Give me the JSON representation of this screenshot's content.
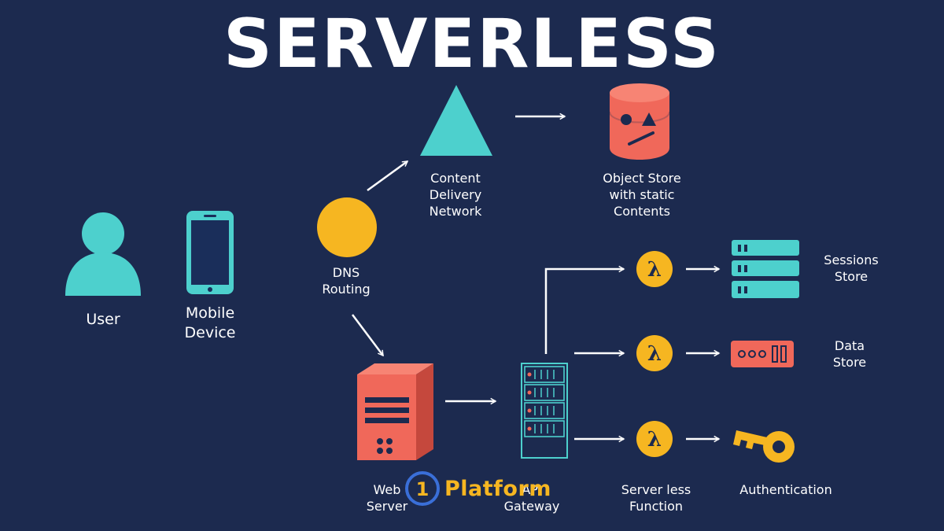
{
  "title": "SERVERLESS",
  "nodes": {
    "user": "User",
    "mobile_device": "Mobile\nDevice",
    "dns_routing": "DNS\nRouting",
    "cdn": "Content\nDelivery\nNetwork",
    "object_store": "Object Store\nwith static\nContents",
    "web_server": "Web\nServer",
    "api_gateway": "API\nGateway",
    "serverless_function": "Server less\nFunction",
    "sessions_store": "Sessions\nStore",
    "data_store": "Data\nStore",
    "authentication": "Authentication"
  },
  "lambda_glyph": "λ",
  "watermark": {
    "text": "Platform",
    "digit": "1"
  },
  "colors": {
    "background": "#1c2a4f",
    "teal": "#4dd0cd",
    "coral": "#f0685a",
    "yellow": "#f6b621",
    "white": "#ffffff"
  },
  "icons": [
    "person-icon",
    "mobile-phone-icon",
    "dns-circle-icon",
    "cdn-triangle-icon",
    "database-icon",
    "web-server-icon",
    "server-rack-icon",
    "lambda-icon",
    "stacked-server-icon",
    "storage-device-icon",
    "key-icon"
  ]
}
